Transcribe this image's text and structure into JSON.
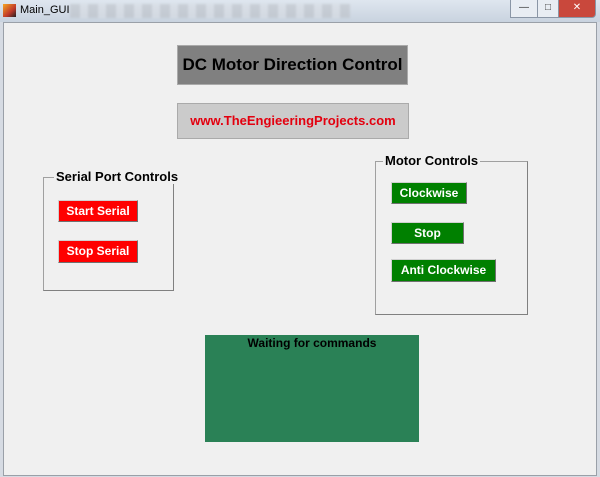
{
  "window": {
    "title": "Main_GUI",
    "controls": [
      "—",
      "□",
      "✕"
    ]
  },
  "heading": "DC Motor Direction Control",
  "website": "www.TheEngieeringProjects.com",
  "serial_panel": {
    "title": "Serial Port Controls",
    "start_label": "Start Serial",
    "stop_label": "Stop Serial"
  },
  "motor_panel": {
    "title": "Motor Controls",
    "clockwise_label": "Clockwise",
    "stop_label": "Stop",
    "anticlockwise_label": "Anti Clockwise"
  },
  "status": {
    "text": "Waiting for commands"
  },
  "colors": {
    "serial_buttons": "#ff0000",
    "motor_buttons": "#008000",
    "status_bg": "#2a8156",
    "website_text": "#e3000f"
  }
}
